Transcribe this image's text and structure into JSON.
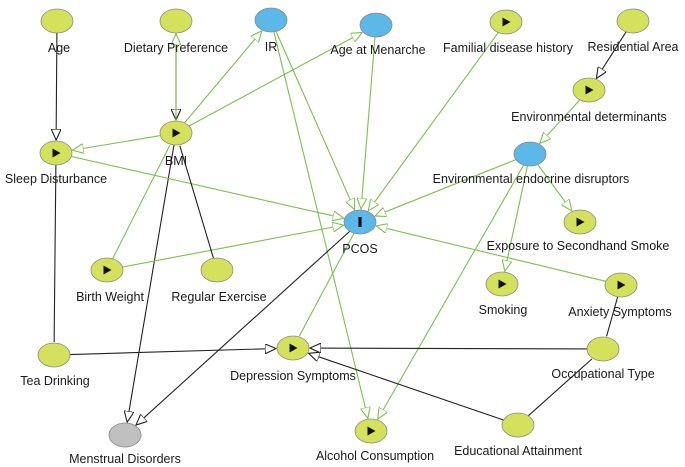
{
  "colors": {
    "adjusted": "#d3e25a",
    "ancestor_outcome": "#5cb8e8",
    "exposure_outcome": "#5cb8e8",
    "unobserved": "#c0c0c0",
    "causal_edge": "#7cc04a",
    "biasing_edge": "#222222"
  },
  "icons": {
    "play": "play-icon",
    "outcome": "outcome-bar-icon"
  },
  "nodes": [
    {
      "id": "age",
      "label": "Age",
      "type": "adjusted",
      "icon": ""
    },
    {
      "id": "dietary",
      "label": "Dietary Preference",
      "type": "adjusted",
      "icon": ""
    },
    {
      "id": "ir",
      "label": "IR",
      "type": "ancestor_outcome",
      "icon": ""
    },
    {
      "id": "menarche",
      "label": "Age at Menarche",
      "type": "ancestor_outcome",
      "icon": ""
    },
    {
      "id": "familial",
      "label": "Familial disease history",
      "type": "adjusted",
      "icon": "play"
    },
    {
      "id": "residential",
      "label": "Residential Area",
      "type": "adjusted",
      "icon": ""
    },
    {
      "id": "envdet",
      "label": "Environmental determinants",
      "type": "adjusted",
      "icon": "play"
    },
    {
      "id": "sleep",
      "label": "Sleep Disturbance",
      "type": "adjusted",
      "icon": "play"
    },
    {
      "id": "bmi",
      "label": "BMI",
      "type": "adjusted",
      "icon": "play"
    },
    {
      "id": "envendo",
      "label": "Environmental endocrine disruptors",
      "type": "ancestor_outcome",
      "icon": ""
    },
    {
      "id": "pcos",
      "label": "PCOS",
      "type": "exposure_outcome",
      "icon": "outcome"
    },
    {
      "id": "secondhand",
      "label": "Exposure to Secondhand Smoke",
      "type": "adjusted",
      "icon": "play"
    },
    {
      "id": "birth",
      "label": "Birth Weight",
      "type": "adjusted",
      "icon": "play"
    },
    {
      "id": "exercise",
      "label": "Regular Exercise",
      "type": "adjusted",
      "icon": ""
    },
    {
      "id": "smoking",
      "label": "Smoking",
      "type": "adjusted",
      "icon": "play"
    },
    {
      "id": "anxiety",
      "label": "Anxiety Symptoms",
      "type": "adjusted",
      "icon": "play"
    },
    {
      "id": "tea",
      "label": "Tea Drinking",
      "type": "adjusted",
      "icon": ""
    },
    {
      "id": "depression",
      "label": "Depression Symptoms",
      "type": "adjusted",
      "icon": "play"
    },
    {
      "id": "occupational",
      "label": "Occupational Type",
      "type": "adjusted",
      "icon": ""
    },
    {
      "id": "menstrual",
      "label": "Menstrual Disorders",
      "type": "unobserved",
      "icon": ""
    },
    {
      "id": "alcohol",
      "label": "Alcohol Consumption",
      "type": "adjusted",
      "icon": "play"
    },
    {
      "id": "education",
      "label": "Educational Attainment",
      "type": "adjusted",
      "icon": ""
    }
  ],
  "edges": [
    {
      "from": "age",
      "to": "sleep",
      "kind": "biasing"
    },
    {
      "from": "dietary",
      "to": "bmi",
      "kind": "biasing"
    },
    {
      "from": "bmi",
      "to": "dietary",
      "kind": "causal"
    },
    {
      "from": "bmi",
      "to": "ir",
      "kind": "causal"
    },
    {
      "from": "bmi",
      "to": "menarche",
      "kind": "causal"
    },
    {
      "from": "bmi",
      "to": "sleep",
      "kind": "causal"
    },
    {
      "from": "bmi",
      "to": "menstrual",
      "kind": "biasing"
    },
    {
      "from": "ir",
      "to": "pcos",
      "kind": "causal"
    },
    {
      "from": "ir",
      "to": "alcohol",
      "kind": "causal"
    },
    {
      "from": "menarche",
      "to": "pcos",
      "kind": "causal"
    },
    {
      "from": "familial",
      "to": "pcos",
      "kind": "causal"
    },
    {
      "from": "residential",
      "to": "envdet",
      "kind": "biasing"
    },
    {
      "from": "envdet",
      "to": "envendo",
      "kind": "causal"
    },
    {
      "from": "envendo",
      "to": "pcos",
      "kind": "causal"
    },
    {
      "from": "envendo",
      "to": "secondhand",
      "kind": "causal"
    },
    {
      "from": "envendo",
      "to": "smoking",
      "kind": "causal"
    },
    {
      "from": "envendo",
      "to": "alcohol",
      "kind": "causal"
    },
    {
      "from": "sleep",
      "to": "pcos",
      "kind": "causal"
    },
    {
      "from": "sleep",
      "to": "tea",
      "kind": "biasing_line"
    },
    {
      "from": "birth",
      "to": "pcos",
      "kind": "causal"
    },
    {
      "from": "birth",
      "to": "bmi",
      "kind": "causal_line"
    },
    {
      "from": "exercise",
      "to": "bmi",
      "kind": "biasing_line"
    },
    {
      "from": "anxiety",
      "to": "pcos",
      "kind": "causal"
    },
    {
      "from": "anxiety",
      "to": "occupational",
      "kind": "biasing_line"
    },
    {
      "from": "pcos",
      "to": "menstrual",
      "kind": "biasing"
    },
    {
      "from": "pcos",
      "to": "depression",
      "kind": "causal_line"
    },
    {
      "from": "tea",
      "to": "depression",
      "kind": "biasing"
    },
    {
      "from": "occupational",
      "to": "depression",
      "kind": "biasing"
    },
    {
      "from": "education",
      "to": "depression",
      "kind": "biasing"
    },
    {
      "from": "education",
      "to": "occupational",
      "kind": "biasing_line"
    }
  ]
}
